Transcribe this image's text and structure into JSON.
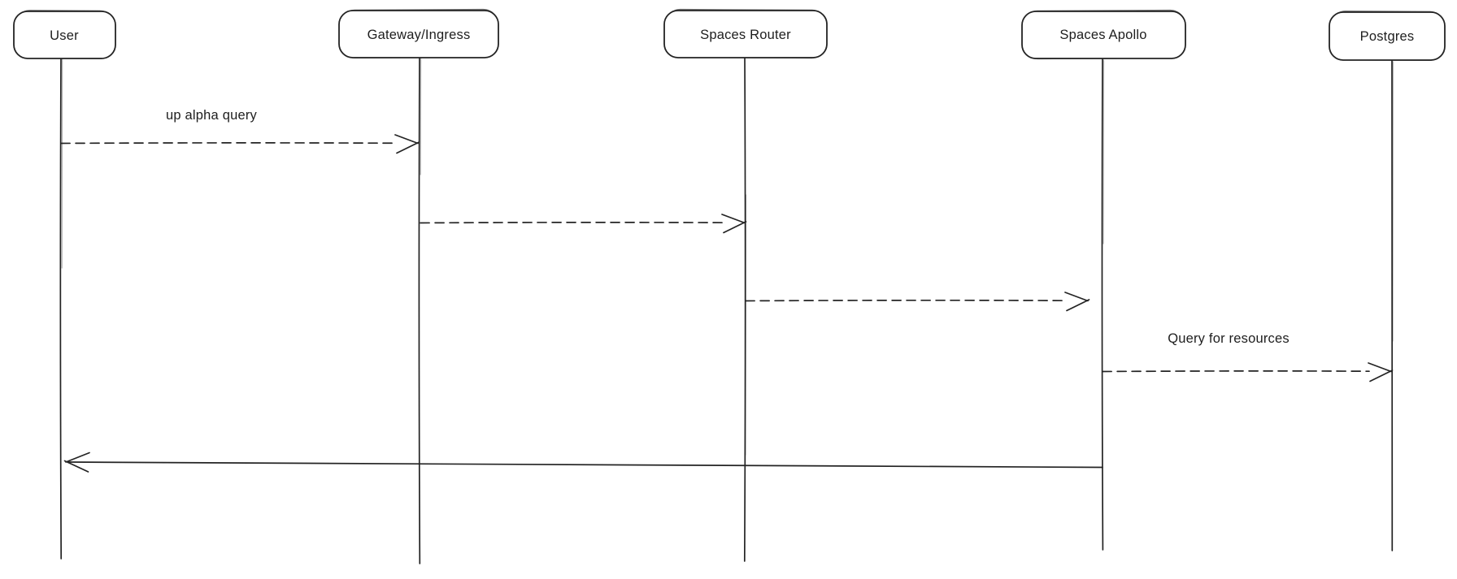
{
  "diagram": {
    "type": "sequence-diagram",
    "style": "hand-drawn",
    "colors": {
      "background": "#ffffff",
      "stroke": "#232323",
      "text": "#1e1e1e"
    },
    "actors": [
      {
        "id": "user",
        "label": "User"
      },
      {
        "id": "gateway-ingress",
        "label": "Gateway/Ingress"
      },
      {
        "id": "spaces-router",
        "label": "Spaces Router"
      },
      {
        "id": "spaces-apollo",
        "label": "Spaces Apollo"
      },
      {
        "id": "postgres",
        "label": "Postgres"
      }
    ],
    "messages": [
      {
        "from": "User",
        "to": "Gateway/Ingress",
        "label": "up alpha query",
        "line": "dashed",
        "arrowhead": "open"
      },
      {
        "from": "Gateway/Ingress",
        "to": "Spaces Router",
        "label": "",
        "line": "dashed",
        "arrowhead": "open"
      },
      {
        "from": "Spaces Router",
        "to": "Spaces Apollo",
        "label": "",
        "line": "dashed",
        "arrowhead": "open"
      },
      {
        "from": "Spaces Apollo",
        "to": "Postgres",
        "label": "Query for resources",
        "line": "dashed",
        "arrowhead": "open"
      },
      {
        "from": "Spaces Apollo",
        "to": "User",
        "label": "",
        "line": "solid",
        "arrowhead": "open"
      }
    ]
  }
}
